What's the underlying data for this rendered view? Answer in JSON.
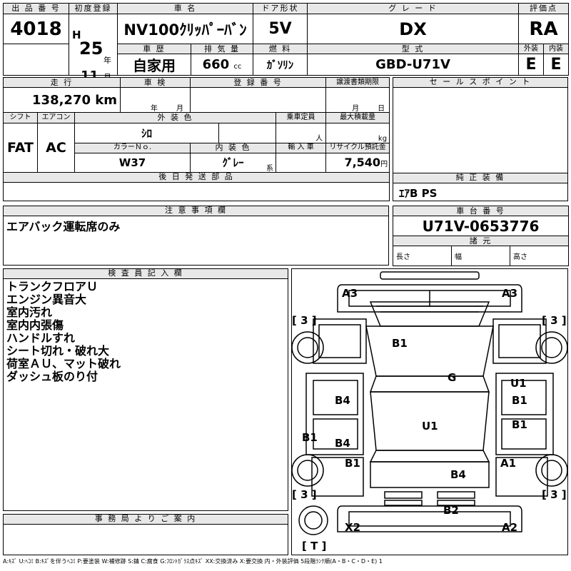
{
  "header": {
    "lot_no_label": "出 品 番 号",
    "lot_no": "4018",
    "first_reg_label": "初度登録",
    "era": "H",
    "year": "25",
    "year_unit": "年",
    "month": "11",
    "month_unit": "月",
    "car_name_label": "車 名",
    "car_name": "NV100ｸﾘｯﾊﾟｰﾊﾞﾝ",
    "doors_label": "ドア形状",
    "doors": "5V",
    "grade_label": "グ レ ー ド",
    "grade": "DX",
    "score_label": "評価点",
    "score": "RA",
    "history_label": "車 歴",
    "history": "自家用",
    "displacement_label": "排 気 量",
    "displacement": "660",
    "displacement_unit": "cc",
    "fuel_label": "燃 料",
    "fuel": "ｶﾞｿﾘﾝ",
    "model_label": "型 式",
    "model": "GBD-U71V",
    "exterior_label": "外装",
    "exterior": "E",
    "interior_label": "内装",
    "interior": "E"
  },
  "details": {
    "mileage_label": "走 行",
    "mileage": "138,270",
    "mileage_unit": "km",
    "inspection_label": "車 検",
    "insp_year_unit": "年",
    "insp_month_unit": "月",
    "reg_no_label": "登 録 番 号",
    "transfer_label": "譲渡書類期限",
    "transfer_month_unit": "月",
    "transfer_day_unit": "日",
    "shift_label": "シフト",
    "shift": "FAT",
    "aircon_label": "エアコン",
    "aircon": "AC",
    "ext_color_label": "外 装 色",
    "ext_color": "ｼﾛ",
    "capacity_label": "乗車定員",
    "capacity_unit": "人",
    "max_load_label": "最大積載量",
    "max_load_unit": "kg",
    "color_no_label": "カラーＮｏ.",
    "color_no": "W37",
    "int_color_label": "内 装 色",
    "int_color": "ｸﾞﾚｰ",
    "int_color_unit": "系",
    "import_label": "輸 入 車",
    "recycle_label": "リサイクル預託金",
    "recycle": "7,540",
    "recycle_unit": "円",
    "later_parts_label": "後 日 発 送 部 品"
  },
  "right_panel": {
    "sales_points_label": "セ ー ル ス ポ イ ン ト",
    "equipment_label": "純 正 装 備",
    "equipment": "ｴｱB PS",
    "chassis_label": "車 台 番 号",
    "chassis": "U71V-0653776",
    "specs_label": "諸 元",
    "length_label": "長さ",
    "width_label": "幅",
    "height_label": "高さ"
  },
  "notice": {
    "label": "注 意 事 項 欄",
    "text": "エアバック運転席のみ"
  },
  "inspector": {
    "label": "検 査 員 記 入 欄",
    "notes": [
      "トランクフロアＵ",
      "エンジン異音大",
      "室内汚れ",
      "室内内張傷",
      "ハンドルすれ",
      "シート切れ・破れ大",
      "荷室ＡＵ、マット破れ",
      "ダッシュ板のり付"
    ]
  },
  "office": {
    "label": "事 務 局 よ り ご 案 内"
  },
  "diagram": {
    "marks": {
      "a3_left": "A3",
      "a3_right": "A3",
      "b1_hood": "B1",
      "g_windshield": "G",
      "u1_right_front": "U1",
      "b1_right_front": "B1",
      "b4_left_front": "B4",
      "b4_left_rear": "B4",
      "b1_left_side": "B1",
      "u1_roof": "U1",
      "b1_right_rear": "B1",
      "b1_left_rear": "B1",
      "a1_right_rear": "A1",
      "b4_rear": "B4",
      "b2_bumper": "B2",
      "x2_left": "X2",
      "a2_right": "A2",
      "tire_fl": "[ 3 ]",
      "tire_fr": "[ 3 ]",
      "tire_rl": "[ 3 ]",
      "tire_rr": "[ 3 ]",
      "spare": "[ T ]"
    }
  },
  "legend": "A:ｷｽﾞ U:ﾍｺﾐ B:ｷｽﾞを伴うﾍｺﾐ P:要塗装 W:補修跡 S:錆 C:腐食 G:ﾌﾛﾝﾄｶﾞﾗｽ点ｷｽﾞ XX:交換済み X:要交換 内・外装評価 5段階ﾗﾝｸ順(A・B・C・D・E) 1"
}
